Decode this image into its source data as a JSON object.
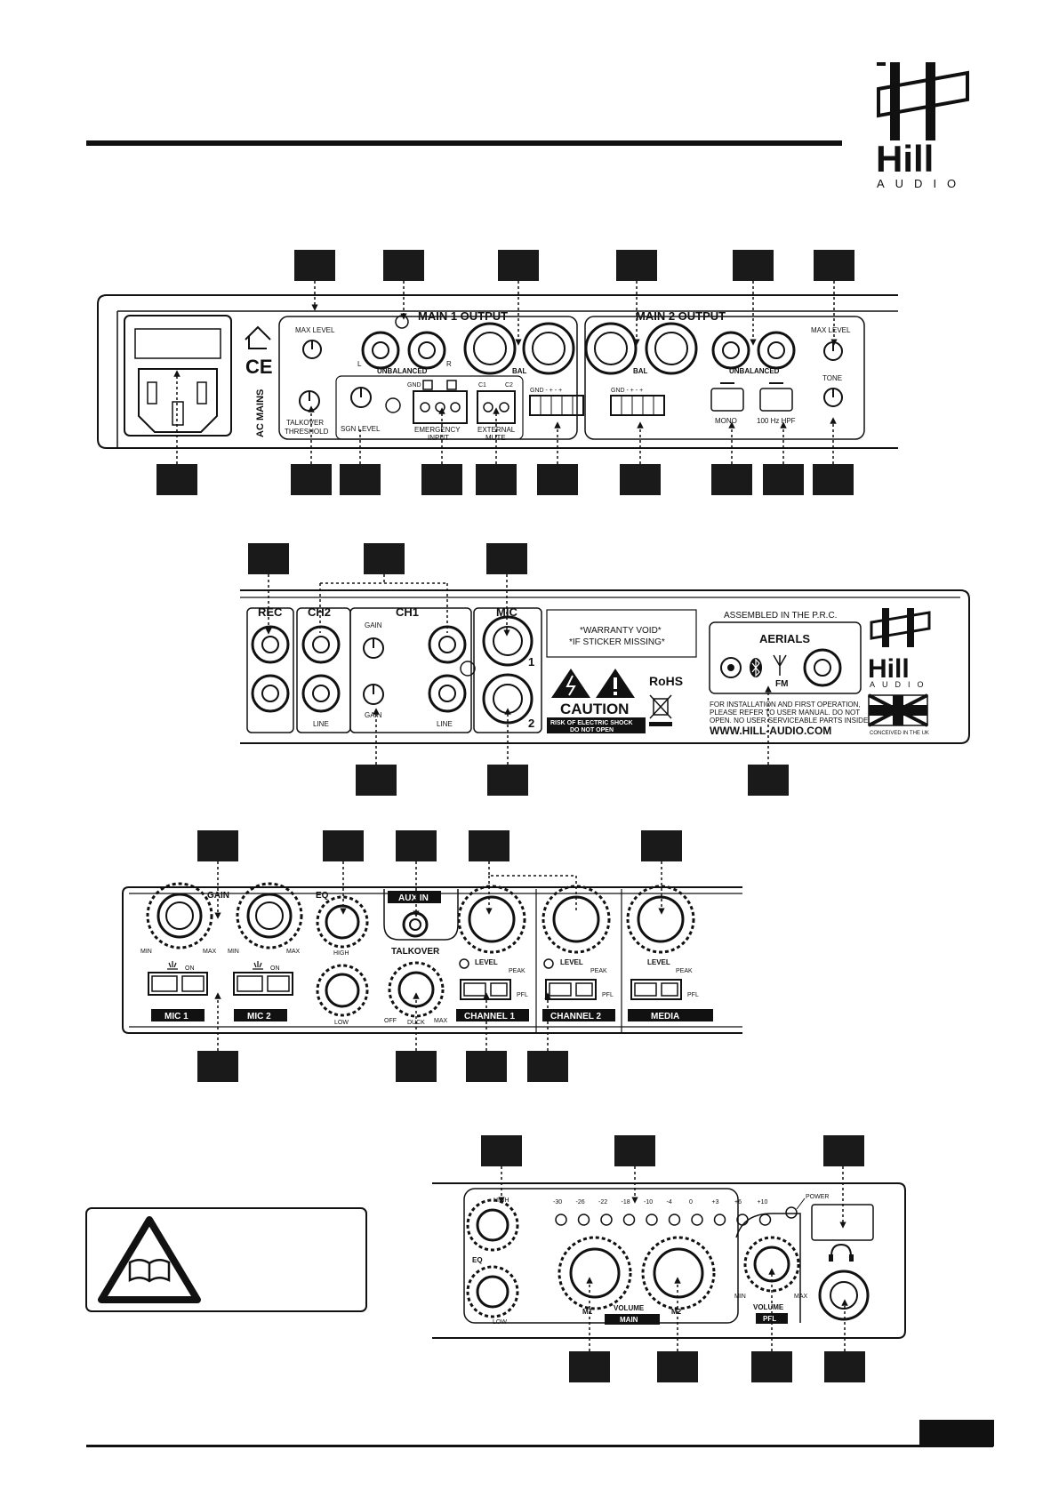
{
  "brand": {
    "name": "Hill",
    "sub": "AUDIO"
  },
  "colors": {
    "ink": "#111111",
    "callout": "#1a1a1a",
    "paper": "#ffffff"
  },
  "panel1": {
    "ac_mains": "AC MAINS",
    "ce_mark": "CE",
    "max_level_left": "MAX LEVEL",
    "talkover_threshold_1": "TALKOVER",
    "talkover_threshold_2": "THRESHOLD",
    "main1_output": "MAIN 1 OUTPUT",
    "main2_output": "MAIN 2 OUTPUT",
    "unbalanced": "UNBALANCED",
    "bal": "BAL",
    "l": "L",
    "r": "R",
    "sgn_level": "SGN LEVEL",
    "gnd": "GND",
    "minus": "-",
    "plus": "+",
    "emergency_1": "EMERGENCY",
    "emergency_2": "INPUT",
    "c1": "C1",
    "c2": "C2",
    "external_1": "EXTERNAL",
    "external_2": "MUTE",
    "terminal_labels": "GND  -   +   -   +",
    "max_level_right": "MAX LEVEL",
    "tone": "TONE",
    "mono": "MONO",
    "hpf": "100 Hz HPF"
  },
  "panel2": {
    "rec": "REC",
    "ch2": "CH2",
    "ch1": "CH1",
    "mic": "MIC",
    "gain": "GAIN",
    "line": "LINE",
    "mic_1": "1",
    "mic_2": "2",
    "warranty_1": "*WARRANTY VOID*",
    "warranty_2": "*IF STICKER MISSING*",
    "rohs": "RoHS",
    "caution": "CAUTION",
    "caution_sub_1": "RISK OF ELECTRIC SHOCK",
    "caution_sub_2": "DO NOT OPEN",
    "assembled": "ASSEMBLED IN THE P.R.C.",
    "aerials": "AERIALS",
    "fm": "FM",
    "notice_1": "FOR INSTALLATION AND FIRST OPERATION,",
    "notice_2": "PLEASE REFER TO USER MANUAL. DO NOT",
    "notice_3": "OPEN. NO USER SERVICEABLE PARTS INSIDE.",
    "website": "WWW.HILL-AUDIO.COM",
    "conceived": "CONCEIVED IN THE UK"
  },
  "panel3": {
    "gain": "GAIN",
    "min": "MIN",
    "max": "MAX",
    "on": "ON",
    "mic1": "MIC 1",
    "mic2": "MIC 2",
    "eq": "EQ",
    "high": "HIGH",
    "low": "LOW",
    "aux_in": "AUX IN",
    "talkover": "TALKOVER",
    "off": "OFF",
    "duck": "DUCK",
    "level": "LEVEL",
    "peak": "PEAK",
    "pfl": "PFL",
    "channel1": "CHANNEL 1",
    "channel2": "CHANNEL 2",
    "media": "MEDIA"
  },
  "panel4": {
    "meter": [
      "-30",
      "-26",
      "-22",
      "-18",
      "-10",
      "-4",
      "0",
      "+3",
      "+6",
      "+10"
    ],
    "power": "POWER",
    "eq": "EQ",
    "high": "HIGH",
    "low": "LOW",
    "m1": "M1",
    "m2": "M2",
    "volume": "VOLUME",
    "main": "MAIN",
    "min": "MIN",
    "max": "MAX",
    "pfl": "PFL"
  }
}
